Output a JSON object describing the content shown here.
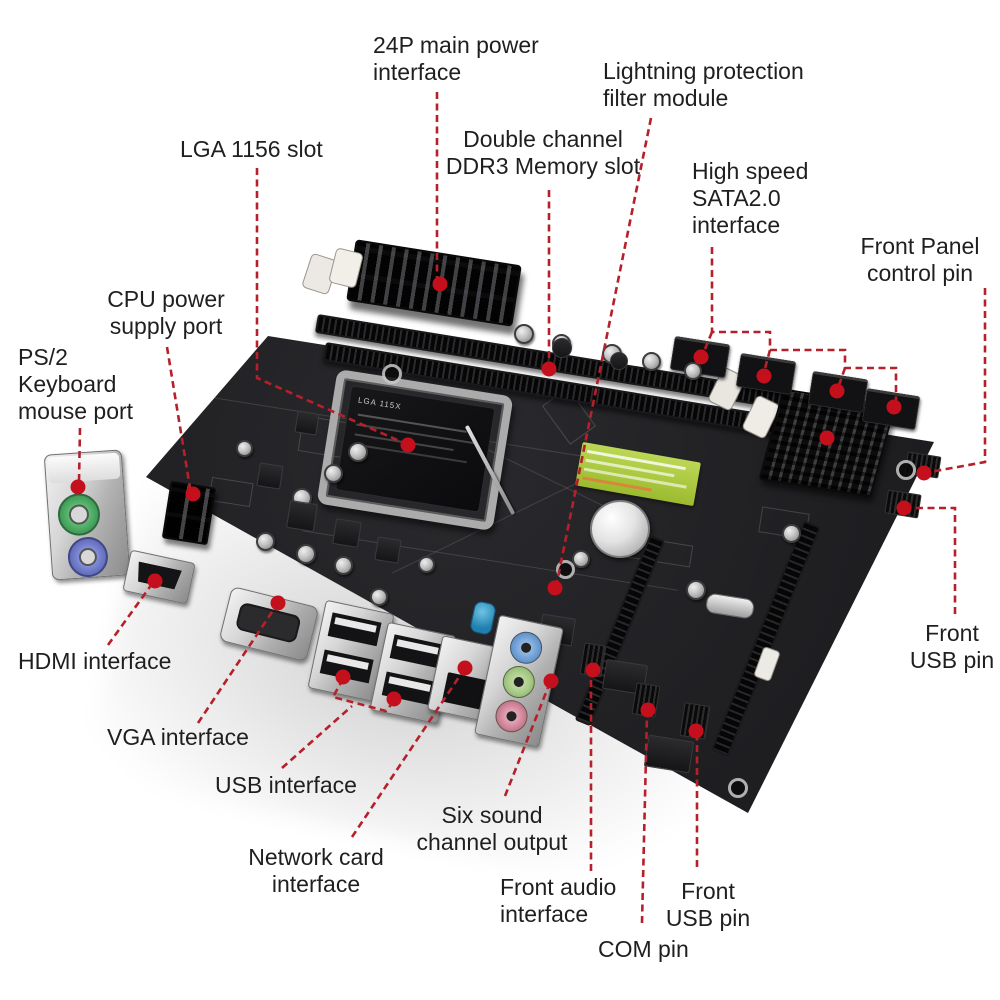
{
  "title": "Motherboard annotated diagram",
  "colors": {
    "leader_line": "#b6202a",
    "leader_dot": "#c4101d",
    "board": "#1c1c1e",
    "sticker": "#a8c43c",
    "label_text": "#1f1f1f",
    "ps2_keyboard_port": "#57b96e",
    "ps2_mouse_port": "#7d88d6",
    "audio_jack_blue": "#6f9fd6",
    "audio_jack_green": "#a6c985",
    "audio_jack_pink": "#d2849c"
  },
  "board": {
    "socket_label": "LGA 115X"
  },
  "annotations": {
    "p24": {
      "lines": [
        "24P main power",
        "interface"
      ]
    },
    "lightning": {
      "lines": [
        "Lightning protection",
        "filter module"
      ]
    },
    "lga": {
      "lines": [
        "LGA 1156 slot"
      ]
    },
    "ddr3": {
      "lines": [
        "Double channel",
        "DDR3 Memory slot"
      ]
    },
    "sata": {
      "lines": [
        "High speed",
        "SATA2.0",
        "interface"
      ]
    },
    "front_panel": {
      "lines": [
        "Front Panel",
        "control pin"
      ]
    },
    "cpu_power": {
      "lines": [
        "CPU power",
        "supply port"
      ]
    },
    "ps2": {
      "lines": [
        "PS/2",
        "Keyboard",
        "mouse port"
      ]
    },
    "hdmi": {
      "lines": [
        "HDMI interface"
      ]
    },
    "vga": {
      "lines": [
        "VGA interface"
      ]
    },
    "usb": {
      "lines": [
        "USB interface"
      ]
    },
    "network": {
      "lines": [
        "Network card",
        "interface"
      ]
    },
    "six_sound": {
      "lines": [
        "Six sound",
        "channel output"
      ]
    },
    "front_audio": {
      "lines": [
        "Front audio",
        "interface"
      ]
    },
    "com": {
      "lines": [
        "COM pin"
      ]
    },
    "front_usb_bottom": {
      "lines": [
        "Front",
        "USB pin"
      ]
    },
    "front_usb_right": {
      "lines": [
        "Front",
        "USB pin"
      ]
    }
  }
}
